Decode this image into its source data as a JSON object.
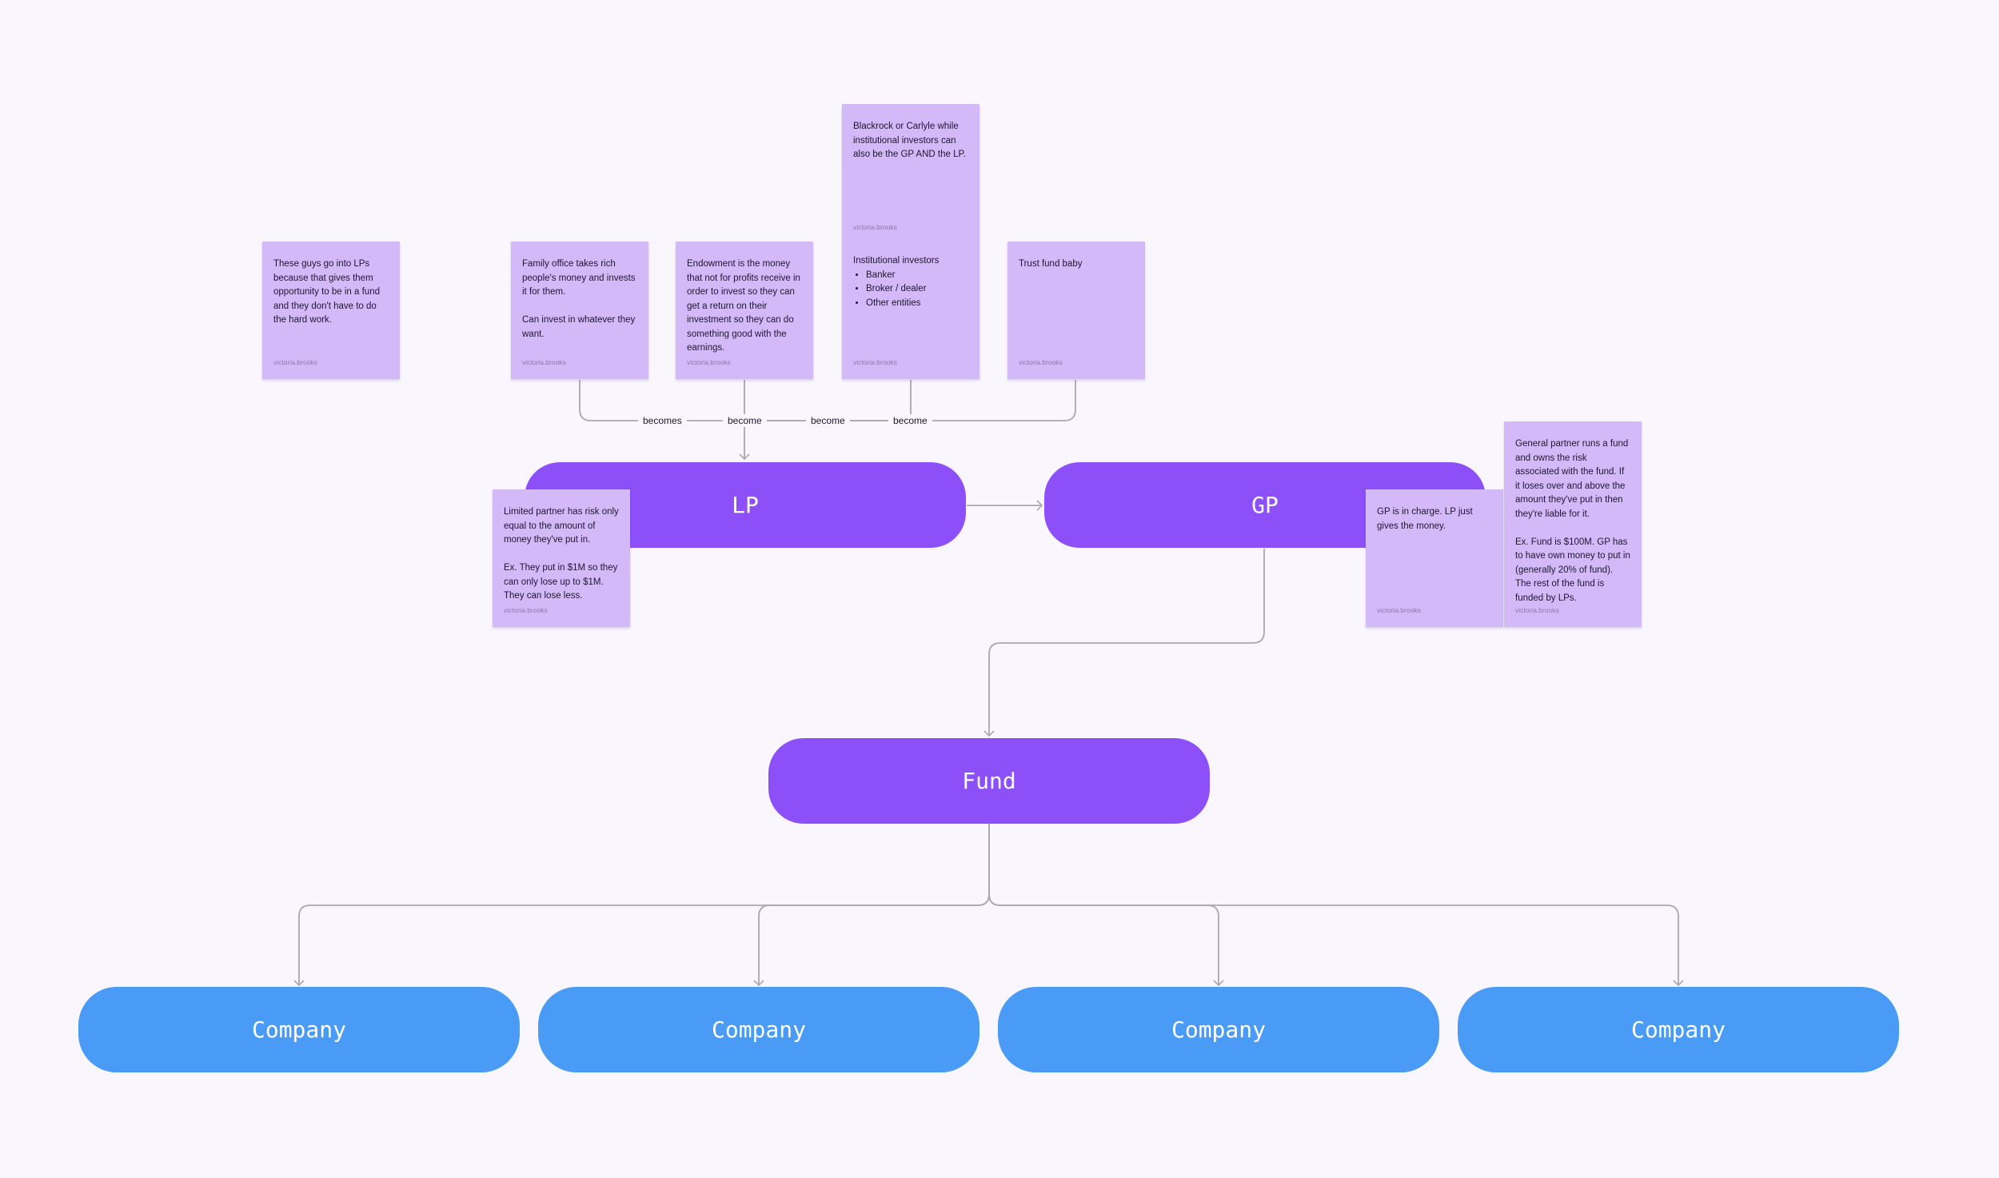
{
  "nodes": {
    "lp": "LP",
    "gp": "GP",
    "fund": "Fund",
    "companies": [
      "Company",
      "Company",
      "Company",
      "Company"
    ]
  },
  "edge_labels": [
    "becomes",
    "become",
    "become",
    "become"
  ],
  "stickies": {
    "lps_note": {
      "text": "These guys go into LPs because that gives them opportunity to be in a fund and they don't have to do the hard work.",
      "author": "victoria.brooks"
    },
    "family_office": {
      "text": "Family office takes rich people's money and invests it for them.\n\nCan invest in whatever they want.",
      "author": "victoria.brooks"
    },
    "endowment": {
      "text": "Endowment is the money that not for profits receive in order to invest so they can get a return on their investment so they can do something good with the earnings.",
      "author": "victoria.brooks"
    },
    "blackrock": {
      "text": "Blackrock or Carlyle while institutional investors can also be the GP AND the LP.",
      "author": "victoria.brooks"
    },
    "institutional": {
      "title": "Institutional investors",
      "items": [
        "Banker",
        "Broker / dealer",
        "Other entities"
      ],
      "author": "victoria.brooks"
    },
    "trust_fund": {
      "text": "Trust fund baby",
      "author": "victoria.brooks"
    },
    "limited_partner": {
      "text": "Limited partner has risk only equal to the amount of money they've put in.\n\nEx. They put in $1M so they can only lose up to $1M. They can lose less.",
      "author": "victoria.brooks"
    },
    "gp_charge": {
      "text": "GP is in charge. LP just gives the money.",
      "author": "victoria.brooks"
    },
    "general_partner": {
      "text": "General partner runs a fund and owns the risk associated with the fund. If it loses over and above the amount they've put in then they're liable for it.\n\nEx. Fund is $100M. GP has to have own money to put in (generally 20% of fund). The rest of the fund is funded by LPs.",
      "author": "victoria.brooks"
    }
  },
  "colors": {
    "background": "#f9f7fd",
    "node_purple": "#8c4ff8",
    "node_blue": "#4a9bf6",
    "sticky": "#d4b9f8",
    "connector": "#a9a9ad"
  }
}
